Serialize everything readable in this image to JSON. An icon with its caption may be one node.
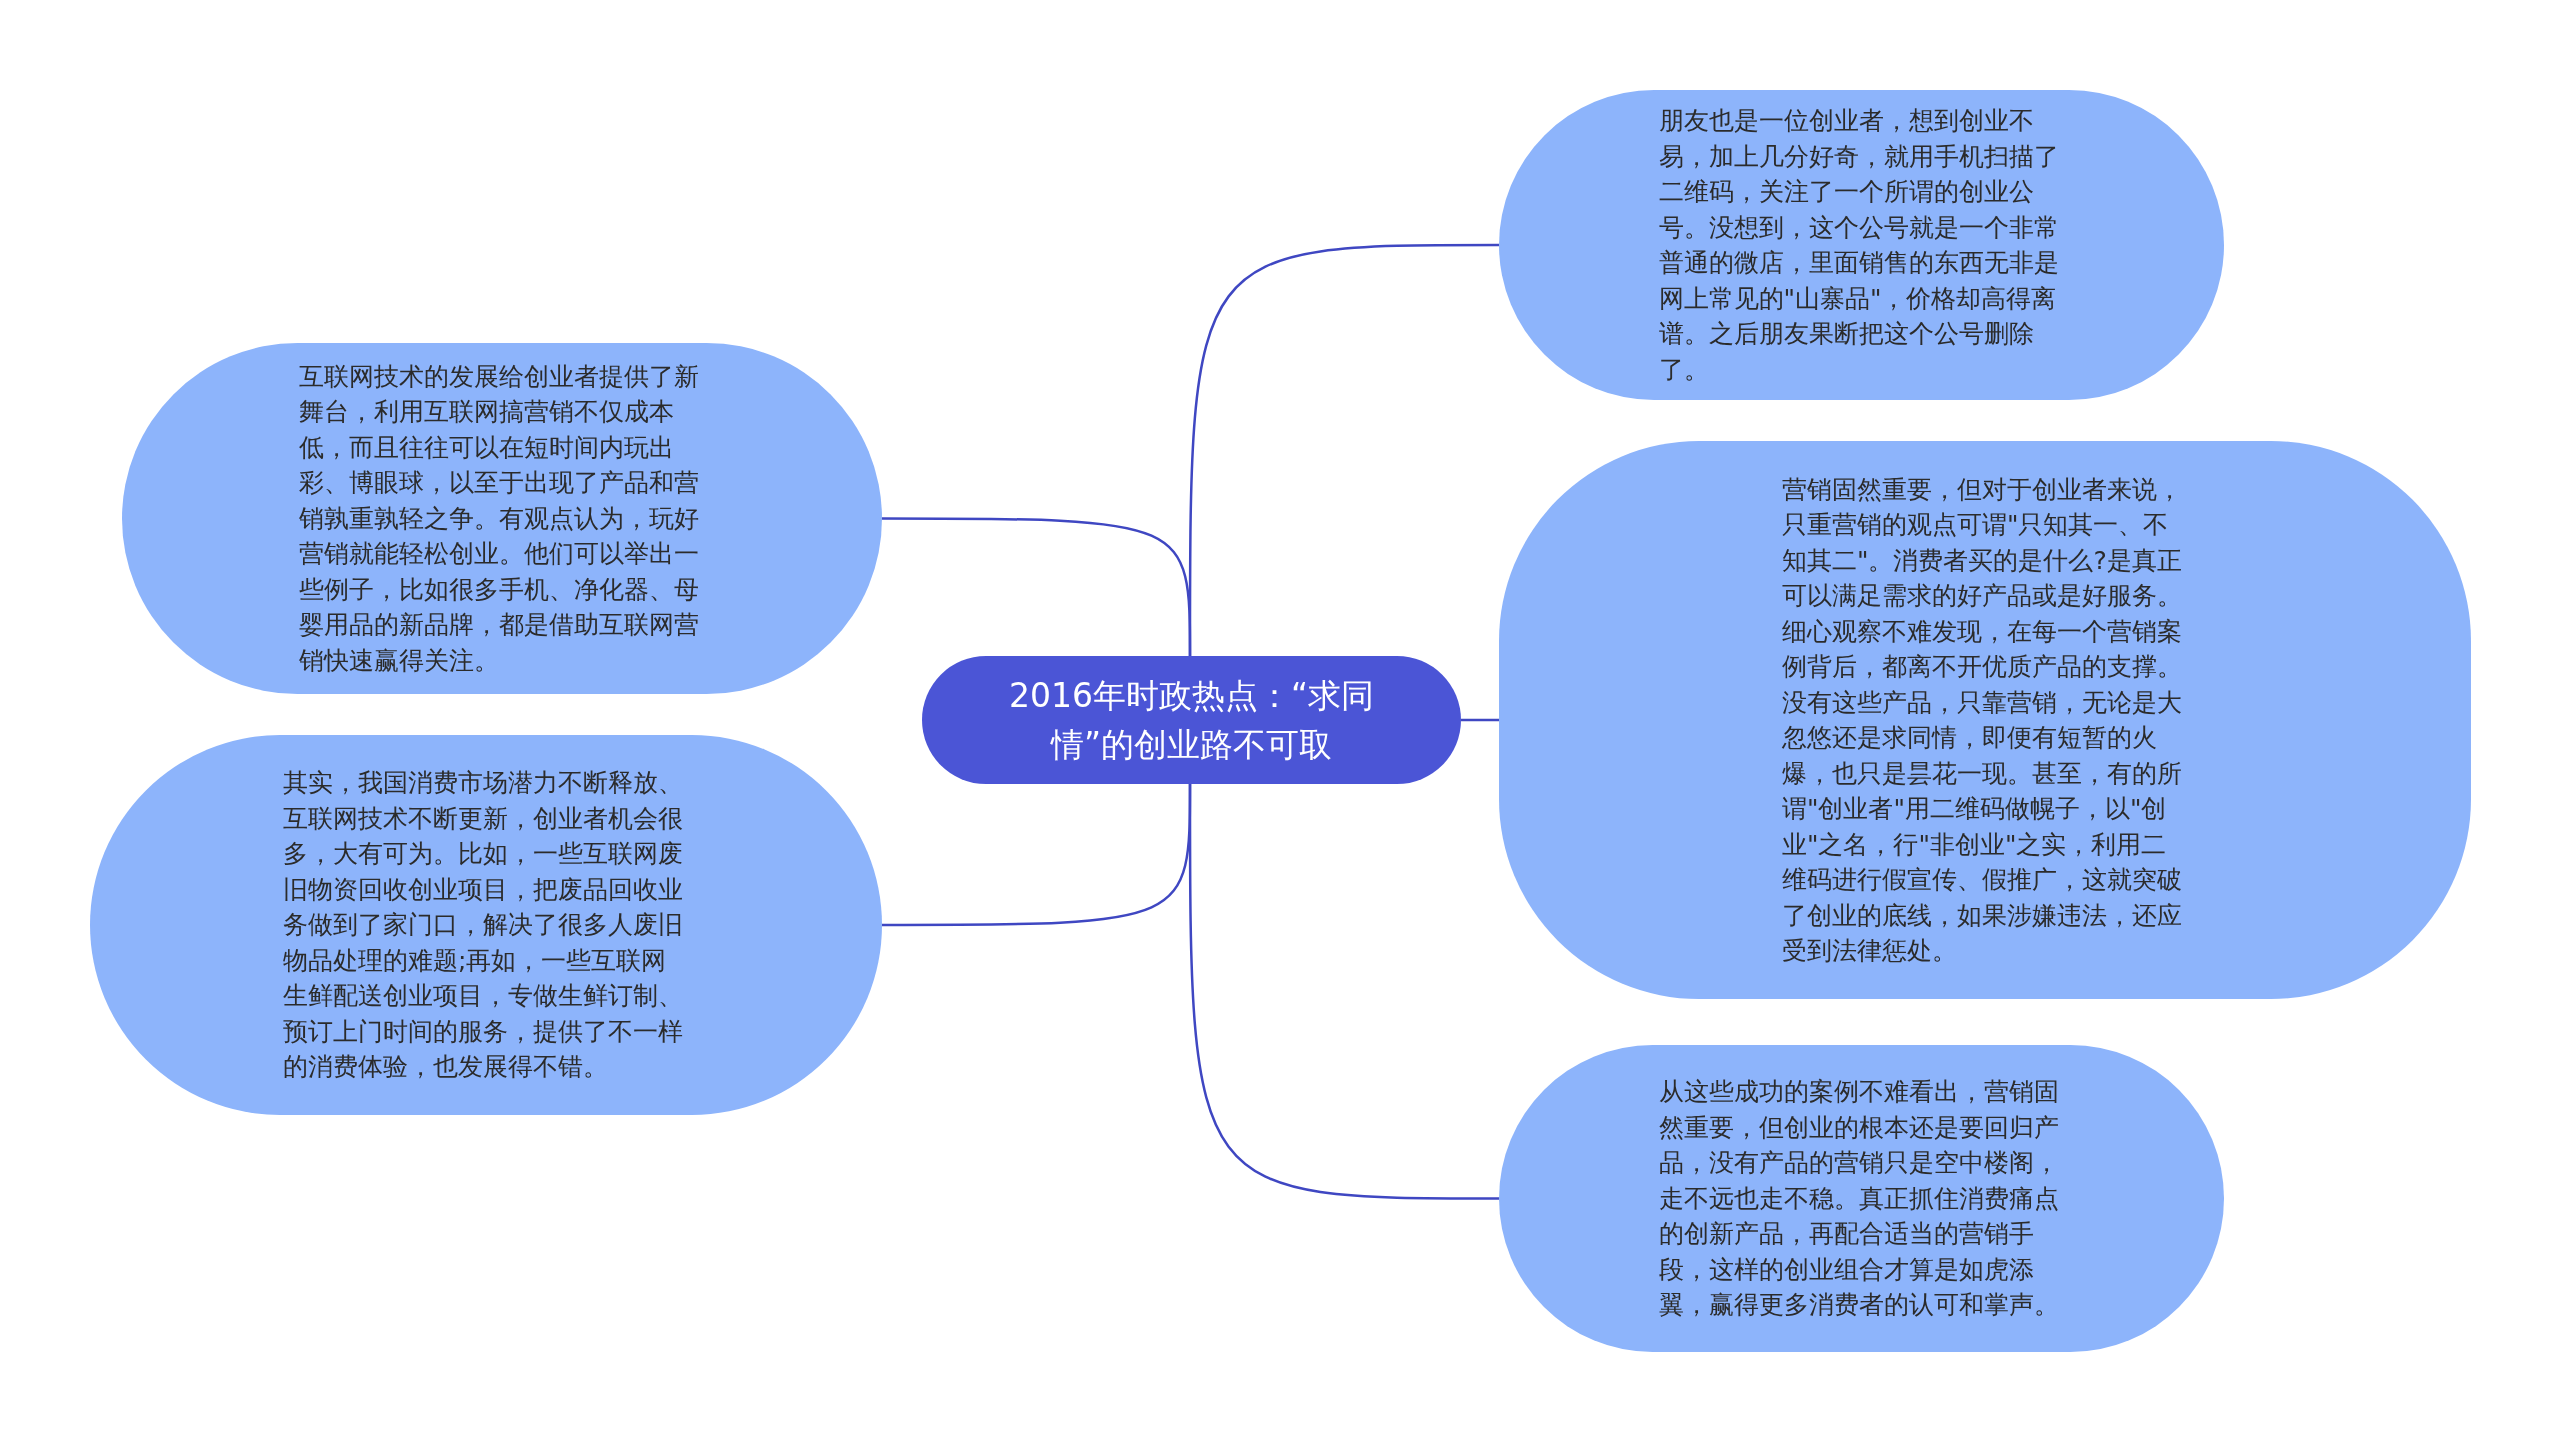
{
  "diagram": {
    "nodes": [
      {
        "text": [
          "2016年时政热点：“求同情”的创业路不可取"
        ]
      },
      {
        "text": [
          "互联网技术的发展给创业者提供了新舞台，利用互联网搞营销不仅成本低，而且往往可以在短时间内玩出彩、博眼球，以至于出现了产品和营销孰重孰轻之争。有观点认为，玩好营销就能轻松创业。他们可以举出一些例子，比如很多手机、净化器、母婴用品的新品牌，都是借助互联网营销快速赢得关注。"
        ]
      },
      {
        "text": [
          "其实，我国消费市场潜力不断释放、互联网技术不断更新，创业者机会很多，大有可为。比如，一些互联网废旧物资回收创业项目，把废品回收业务做到了家门口，解决了很多人废旧物品处理的难题;再如，一些互联网生鲜配送创业项目，专做生鲜订制、预订上门时间的服务，提供了不一样的消费体验，也发展得不错。"
        ]
      },
      {
        "text": [
          "朋友也是一位创业者，想到创业不易，加上几分好奇，就用手机扫描了二维码，关注了一个所谓的创业公号。没想到，这个公号就是一个非常普通的微店，里面销售的东西无非是网上常见的\"山寨品\"，价格却高得离谱。之后朋友果断把这个公号删除了。"
        ]
      },
      {
        "text": [
          "营销固然重要，但对于创业者来说，只重营销的观点可谓\"只知其一、不知其二\"。消费者买的是什么?是真正可以满足需求的好产品或是好服务。细心观察不难发现，在每一个营销案例背后，都离不开优质产品的支撑。没有这些产品，只靠营销，无论是大忽悠还是求同情，即便有短暂的火爆，也只是昙花一现。甚至，有的所谓\"创业者\"用二维码做幌子，以\"创业\"之名，行\"非创业\"之实，利用二维码进行假宣传、假推广，这就突破了创业的底线，如果涉嫌违法，还应受到法律惩处。"
        ]
      },
      {
        "text": [
          "从这些成功的案例不难看出，营销固然重要，但创业的根本还是要回归产品，没有产品的营销只是空中楼阁，走不远也走不稳。真正抓住消费痛点的创新产品，再配合适当的营销手段，这样的创业组合才算是如虎添翼，赢得更多消费者的认可和掌声。"
        ]
      }
    ],
    "edges": [
      {
        "from": 0,
        "to": 1,
        "arrow": "none"
      },
      {
        "from": 0,
        "to": 2,
        "arrow": "none"
      },
      {
        "from": 0,
        "to": 3,
        "arrow": "none"
      },
      {
        "from": 0,
        "to": 4,
        "arrow": "none"
      },
      {
        "from": 0,
        "to": 5,
        "arrow": "none"
      }
    ]
  }
}
